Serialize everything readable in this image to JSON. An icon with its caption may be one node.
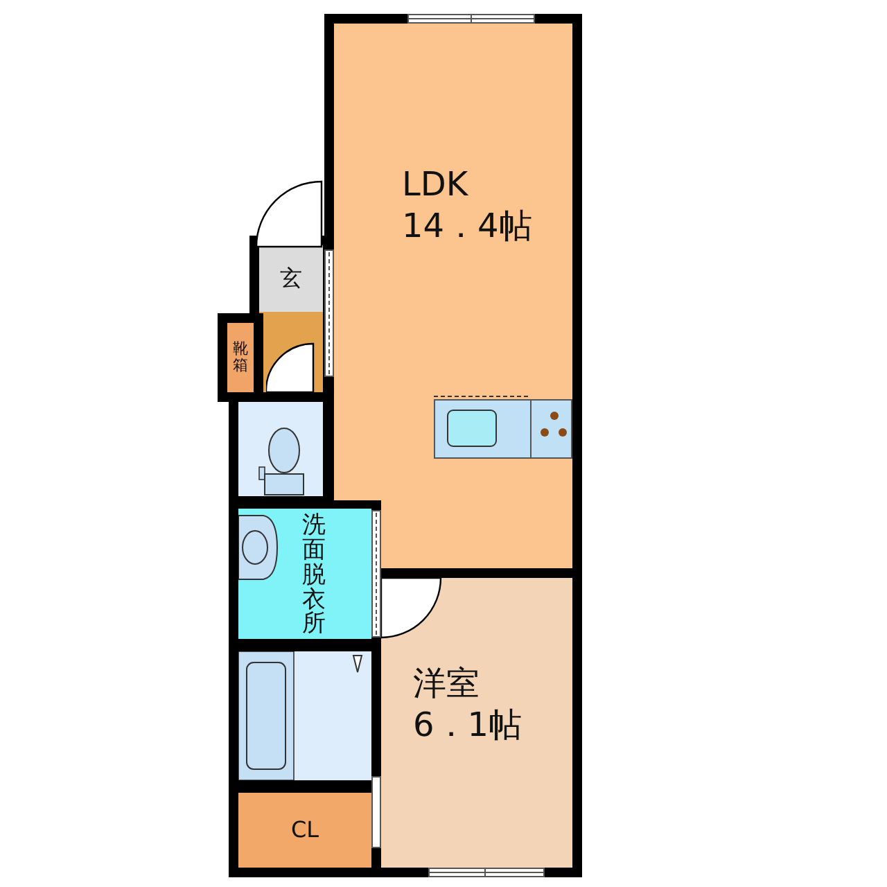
{
  "diagram": {
    "nodes": [
      {
        "text": [
          "LDK",
          "14．4帖"
        ]
      },
      {
        "text": [
          "玄"
        ]
      },
      {
        "text": [
          "靴箱"
        ]
      },
      {
        "text": [],
        "shape": "box"
      },
      {
        "text": [
          "洗面脱衣所"
        ]
      },
      {
        "text": [],
        "shape": "box"
      },
      {
        "text": [
          "洋室",
          "6．1帖"
        ]
      },
      {
        "text": [
          "CL"
        ]
      }
    ]
  }
}
